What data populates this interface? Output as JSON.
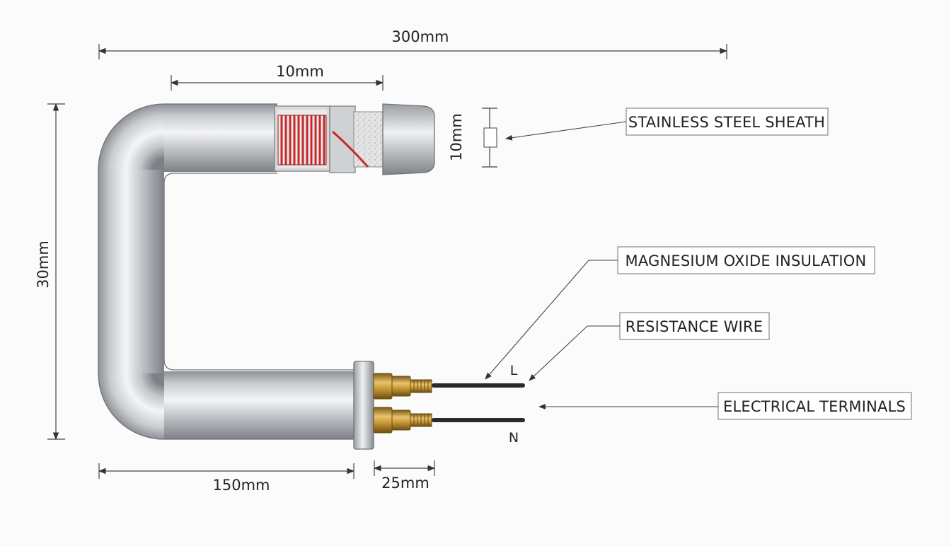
{
  "dimensions": {
    "overall_length": "300mm",
    "cutaway_length": "10mm",
    "diameter": "10mm",
    "height": "30mm",
    "bottom_leg": "150mm",
    "flange": "25mm"
  },
  "callouts": {
    "sheath": "STAINLESS STEEL SHEATH",
    "insulation": "MAGNESIUM OXIDE INSULATION",
    "wire": "RESISTANCE WIRE",
    "terminals": "ELECTRICAL TERMINALS"
  },
  "terminals": {
    "live": "L",
    "neutral": "N"
  },
  "colors": {
    "sheath": "#b8bcc0",
    "coil": "#c8282a",
    "brass": "#c99a3a",
    "lead": "#2a2a2a"
  }
}
